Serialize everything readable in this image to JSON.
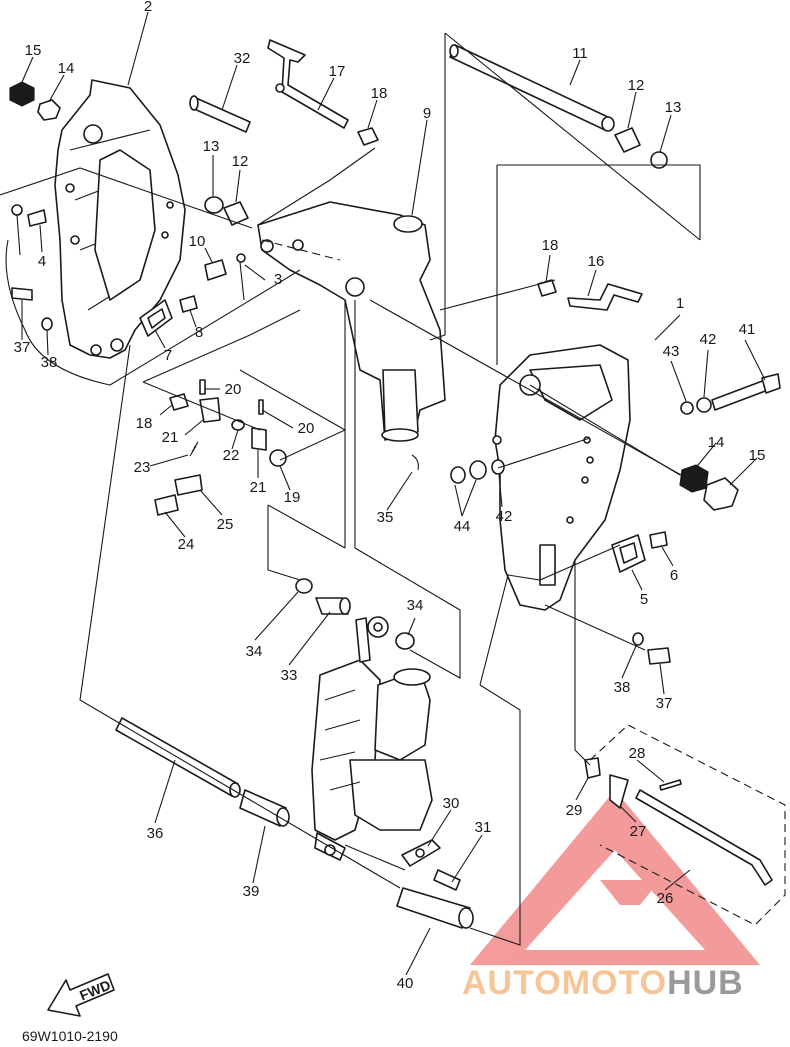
{
  "diagram": {
    "drawing_code": "69W1010-2190",
    "direction_label": "FWD",
    "watermark": {
      "part1": "AUTOMOTO",
      "part2": "HUB",
      "color1": "#f6c596",
      "color2": "#9a9a9a",
      "triangle_color": "#f28a8a"
    },
    "callouts": [
      {
        "id": "c-2",
        "text": "2"
      },
      {
        "id": "c-15a",
        "text": "15"
      },
      {
        "id": "c-14a",
        "text": "14"
      },
      {
        "id": "c-32",
        "text": "32"
      },
      {
        "id": "c-17",
        "text": "17"
      },
      {
        "id": "c-18a",
        "text": "18"
      },
      {
        "id": "c-9",
        "text": "9"
      },
      {
        "id": "c-11",
        "text": "11"
      },
      {
        "id": "c-12a",
        "text": "12"
      },
      {
        "id": "c-13a",
        "text": "13"
      },
      {
        "id": "c-13b",
        "text": "13"
      },
      {
        "id": "c-12b",
        "text": "12"
      },
      {
        "id": "c-10",
        "text": "10"
      },
      {
        "id": "c-3",
        "text": "3"
      },
      {
        "id": "c-4",
        "text": "4"
      },
      {
        "id": "c-8",
        "text": "8"
      },
      {
        "id": "c-7",
        "text": "7"
      },
      {
        "id": "c-37a",
        "text": "37"
      },
      {
        "id": "c-38a",
        "text": "38"
      },
      {
        "id": "c-18b",
        "text": "18"
      },
      {
        "id": "c-16",
        "text": "16"
      },
      {
        "id": "c-1",
        "text": "1"
      },
      {
        "id": "c-43",
        "text": "43"
      },
      {
        "id": "c-42a",
        "text": "42"
      },
      {
        "id": "c-41",
        "text": "41"
      },
      {
        "id": "c-20a",
        "text": "20"
      },
      {
        "id": "c-18c",
        "text": "18"
      },
      {
        "id": "c-21a",
        "text": "21"
      },
      {
        "id": "c-20b",
        "text": "20"
      },
      {
        "id": "c-22",
        "text": "22"
      },
      {
        "id": "c-23",
        "text": "23"
      },
      {
        "id": "c-21b",
        "text": "21"
      },
      {
        "id": "c-19",
        "text": "19"
      },
      {
        "id": "c-25",
        "text": "25"
      },
      {
        "id": "c-24",
        "text": "24"
      },
      {
        "id": "c-35",
        "text": "35"
      },
      {
        "id": "c-44",
        "text": "44"
      },
      {
        "id": "c-42b",
        "text": "42"
      },
      {
        "id": "c-14b",
        "text": "14"
      },
      {
        "id": "c-15b",
        "text": "15"
      },
      {
        "id": "c-6",
        "text": "6"
      },
      {
        "id": "c-5",
        "text": "5"
      },
      {
        "id": "c-34a",
        "text": "34"
      },
      {
        "id": "c-34b",
        "text": "34"
      },
      {
        "id": "c-33",
        "text": "33"
      },
      {
        "id": "c-38b",
        "text": "38"
      },
      {
        "id": "c-37b",
        "text": "37"
      },
      {
        "id": "c-28",
        "text": "28"
      },
      {
        "id": "c-29",
        "text": "29"
      },
      {
        "id": "c-27",
        "text": "27"
      },
      {
        "id": "c-26",
        "text": "26"
      },
      {
        "id": "c-36",
        "text": "36"
      },
      {
        "id": "c-30",
        "text": "30"
      },
      {
        "id": "c-31",
        "text": "31"
      },
      {
        "id": "c-39",
        "text": "39"
      },
      {
        "id": "c-40",
        "text": "40"
      }
    ]
  }
}
